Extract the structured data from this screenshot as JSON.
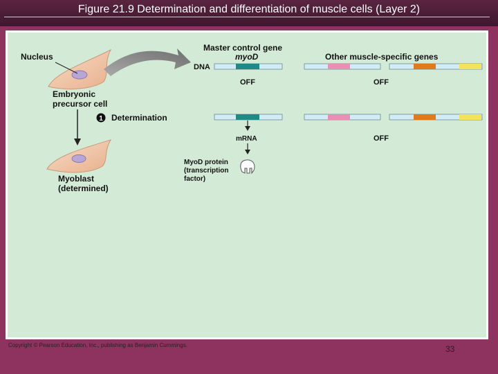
{
  "slide": {
    "title": "Figure 21.9  Determination and differentiation of muscle cells (Layer 2)",
    "copyright": "Copyright © Pearson Education, Inc., publishing as Benjamin Cummings.",
    "page_number": "33"
  },
  "diagram": {
    "nucleus_label": "Nucleus",
    "embryonic_label_line1": "Embryonic",
    "embryonic_label_line2": "precursor cell",
    "step_number": "1",
    "step_label": "Determination",
    "myoblast_label_line1": "Myoblast",
    "myoblast_label_line2": "(determined)",
    "master_gene_label": "Master control gene",
    "gene_name": "myoD",
    "dna_label": "DNA",
    "other_genes_label": "Other muscle-specific genes",
    "off_label_1": "OFF",
    "off_label_2": "OFF",
    "off_label_3": "OFF",
    "mrna_label": "mRNA",
    "protein_label_line1": "MyoD protein",
    "protein_label_line2": "(transcription",
    "protein_label_line3": "factor)"
  },
  "colors": {
    "dna_strand": "#d2ecf6",
    "myod_gene": "#1f8a85",
    "pink_gene": "#e98fb3",
    "orange_gene": "#e07a1b",
    "yellow_gene": "#f2e35a",
    "cell_fill": "#f2c6a7",
    "nucleus_fill": "#b8a6d6"
  }
}
